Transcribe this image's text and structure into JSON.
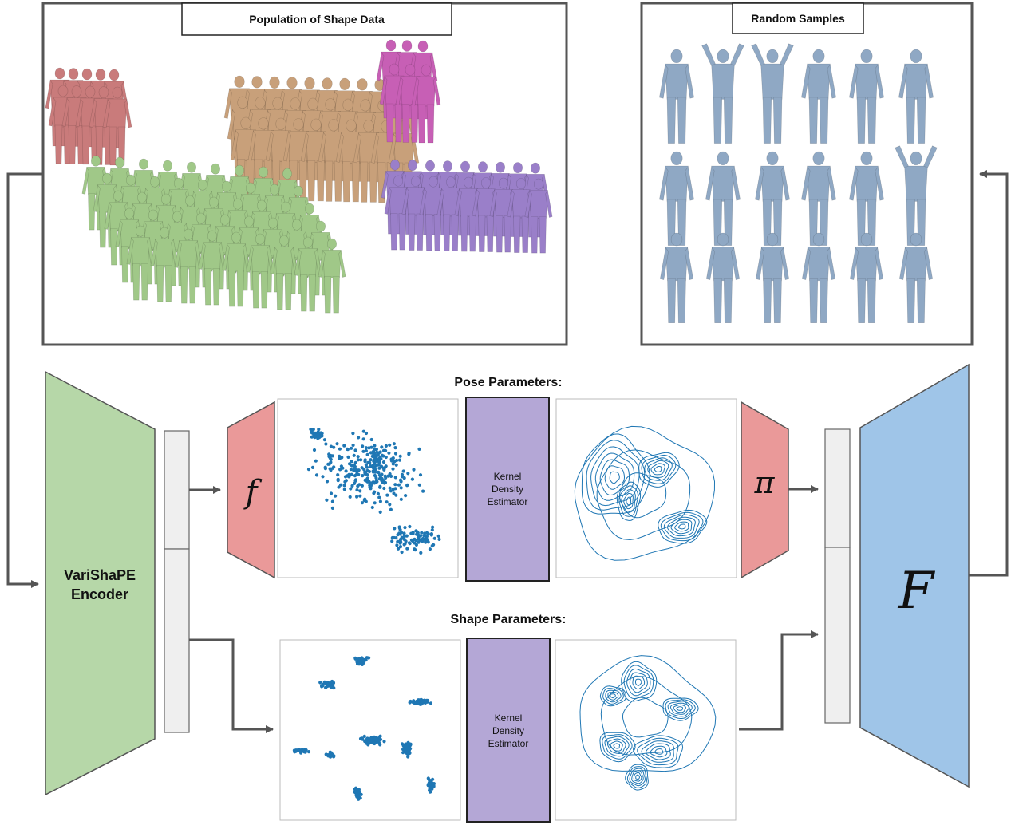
{
  "panels": {
    "population_title": "Population of Shape Data",
    "samples_title": "Random Samples"
  },
  "sections": {
    "pose_title": "Pose Parameters:",
    "shape_title": "Shape Parameters:"
  },
  "encoder": {
    "label_line1": "VariShaPE",
    "label_line2": "Encoder"
  },
  "functions": {
    "f_symbol": "f",
    "pi_symbol": "π",
    "decoder_symbol": "F"
  },
  "kde": {
    "pose": [
      "Kernel",
      "Density",
      "Estimator"
    ],
    "shape": [
      "Kernel",
      "Density",
      "Estimator"
    ]
  },
  "colors": {
    "encoder_fill": "#b6d7a8",
    "decoder_fill": "#9fc5e8",
    "map_fill": "#ea9999",
    "kde_fill": "#b4a7d6",
    "latent_fill": "#efefef",
    "arrow": "#555555",
    "scatter": "#1f77b4",
    "contour": "#1f77b4",
    "crowd": [
      "#c97b7b",
      "#c8a07a",
      "#a0c888",
      "#c75fb5",
      "#9a7fc9"
    ],
    "samples": "#8fa8c4"
  }
}
